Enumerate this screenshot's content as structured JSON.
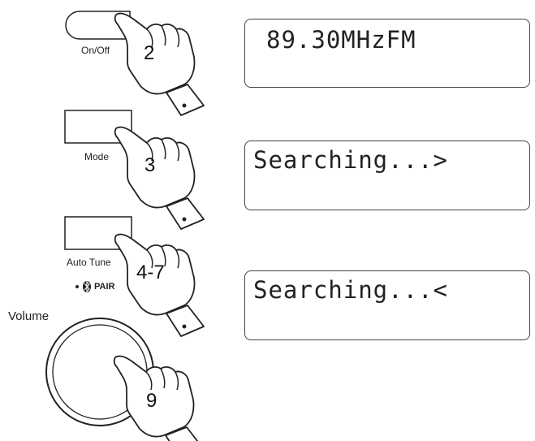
{
  "steps": [
    {
      "button_label": "On/Off",
      "step": "2",
      "display_text": "89.30MHzFM"
    },
    {
      "button_label": "Mode",
      "step": "3",
      "display_text": "Searching...>"
    },
    {
      "button_label": "Auto Tune",
      "sub_label": "PAIR",
      "step": "4-7",
      "display_text": "Searching...<"
    },
    {
      "button_label": "Volume",
      "step": "9"
    }
  ],
  "icons": {
    "pointing_hand": "pointing-hand-icon",
    "bluetooth": "bluetooth-icon"
  },
  "colors": {
    "stroke": "#222222",
    "lcd_border": "#444444"
  }
}
